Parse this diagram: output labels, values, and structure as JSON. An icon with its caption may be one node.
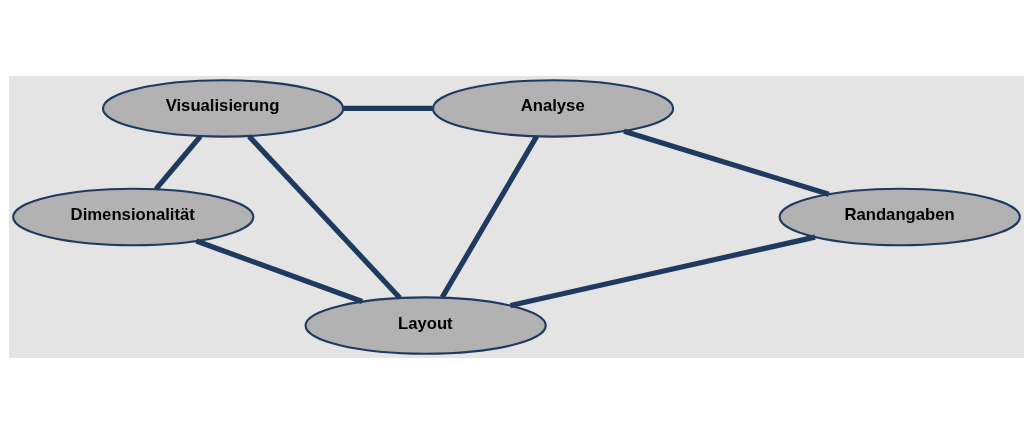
{
  "diagram": {
    "nodes": [
      {
        "text": [
          "Visualisierung"
        ]
      },
      {
        "text": [
          "Analyse"
        ]
      },
      {
        "text": [
          "Dimensionalität"
        ]
      },
      {
        "text": [
          "Randangaben"
        ]
      },
      {
        "text": [
          "Layout"
        ]
      }
    ],
    "edges": [
      {
        "from": 0,
        "to": 1,
        "arrow": "none"
      },
      {
        "from": 0,
        "to": 2,
        "arrow": "none"
      },
      {
        "from": 0,
        "to": 4,
        "arrow": "none"
      },
      {
        "from": 1,
        "to": 4,
        "arrow": "none"
      },
      {
        "from": 1,
        "to": 3,
        "arrow": "none"
      },
      {
        "from": 2,
        "to": 4,
        "arrow": "none"
      },
      {
        "from": 3,
        "to": 4,
        "arrow": "none"
      }
    ]
  }
}
